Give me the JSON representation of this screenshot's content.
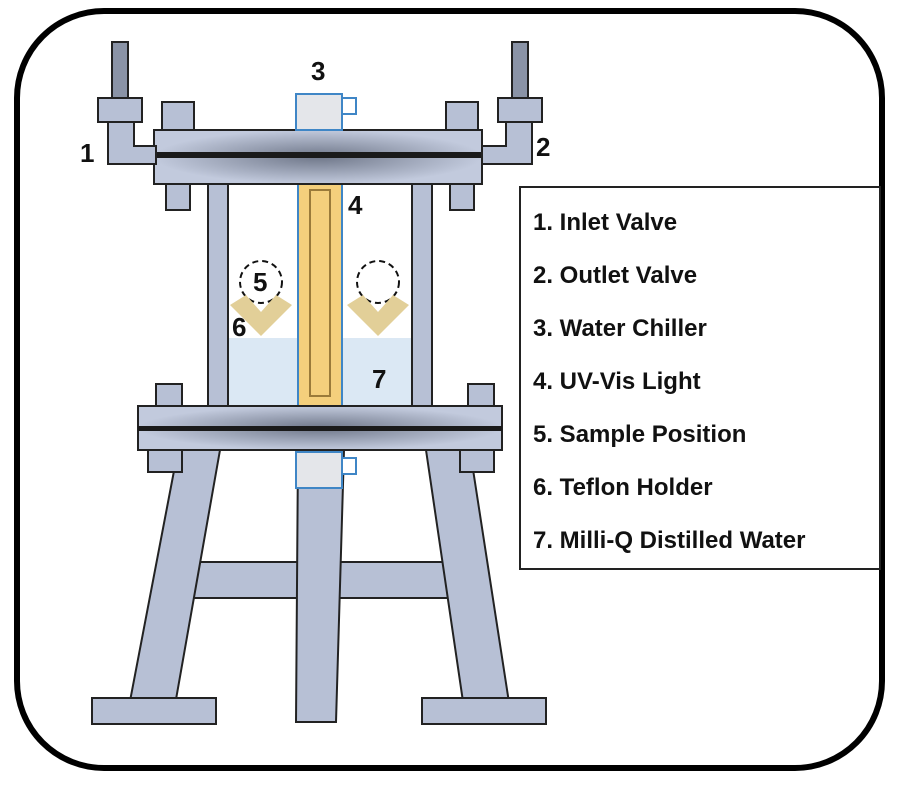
{
  "callouts": {
    "inlet": "1",
    "outlet": "2",
    "chiller": "3",
    "light": "4",
    "sample": "5",
    "holder": "6",
    "water": "7"
  },
  "legend": {
    "items": [
      "1. Inlet Valve",
      "2. Outlet Valve",
      "3. Water Chiller",
      "4. UV-Vis Light",
      "5. Sample Position",
      "6. Teflon Holder",
      "7. Milli-Q Distilled Water"
    ]
  },
  "colors": {
    "steel": "#b7c0d5",
    "steel_dark": "#6e7789",
    "water": "#dbe8f4",
    "lamp": "#f4cf7c",
    "holder": "#e2cf98",
    "chiller_outline": "#3f86c6"
  }
}
